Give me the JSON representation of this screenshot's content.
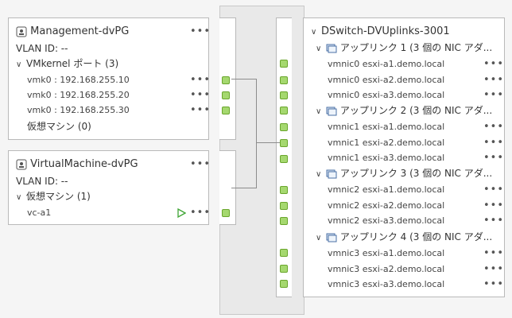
{
  "left": {
    "management": {
      "title": "Management-dvPG",
      "vlan": "VLAN ID: --",
      "vmkernel_group": "VMkernel ポート (3)",
      "vmk": [
        "vmk0 : 192.168.255.10",
        "vmk0 : 192.168.255.20",
        "vmk0 : 192.168.255.30"
      ],
      "vm_group": "仮想マシン (0)"
    },
    "vm": {
      "title": "VirtualMachine-dvPG",
      "vlan": "VLAN ID: --",
      "vm_group": "仮想マシン (1)",
      "vms": [
        "vc-a1"
      ]
    }
  },
  "uplinks": {
    "title": "DSwitch-DVUplinks-3001",
    "groups": [
      {
        "label": "アップリンク 1 (3 個の NIC アダ...",
        "items": [
          "vmnic0 esxi-a1.demo.local",
          "vmnic0 esxi-a2.demo.local",
          "vmnic0 esxi-a3.demo.local"
        ]
      },
      {
        "label": "アップリンク 2 (3 個の NIC アダ...",
        "items": [
          "vmnic1 esxi-a1.demo.local",
          "vmnic1 esxi-a2.demo.local",
          "vmnic1 esxi-a3.demo.local"
        ]
      },
      {
        "label": "アップリンク 3 (3 個の NIC アダ...",
        "items": [
          "vmnic2 esxi-a1.demo.local",
          "vmnic2 esxi-a2.demo.local",
          "vmnic2 esxi-a3.demo.local"
        ]
      },
      {
        "label": "アップリンク 4 (3 個の NIC アダ...",
        "items": [
          "vmnic3 esxi-a1.demo.local",
          "vmnic3 esxi-a2.demo.local",
          "vmnic3 esxi-a3.demo.local"
        ]
      }
    ]
  },
  "more_label": "•••",
  "chevron": "∨",
  "colors": {
    "port_fill": "#a5d86f",
    "port_border": "#6aa62c",
    "panel_border": "#b9b9b9"
  }
}
